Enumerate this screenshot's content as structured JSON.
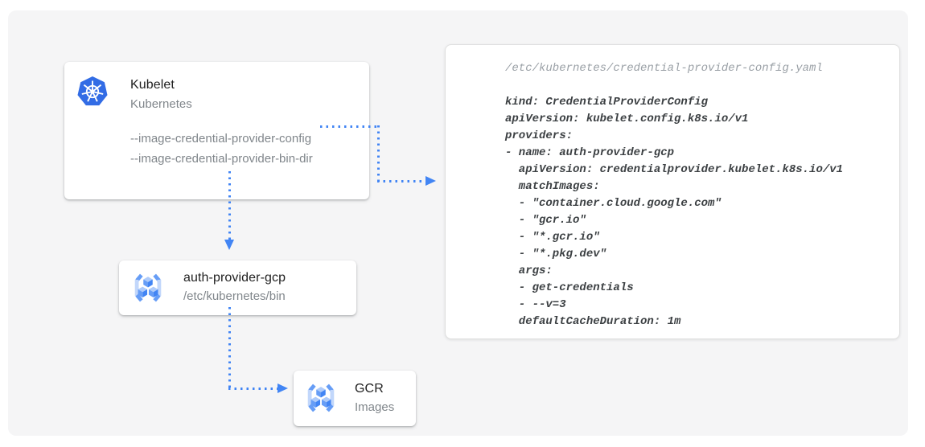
{
  "diagram": {
    "kubelet_card": {
      "title": "Kubelet",
      "subtitle": "Kubernetes",
      "flags": [
        "--image-credential-provider-config",
        "--image-credential-provider-bin-dir"
      ]
    },
    "auth_provider_card": {
      "title": "auth-provider-gcp",
      "subtitle": "/etc/kubernetes/bin"
    },
    "gcr_card": {
      "title": "GCR",
      "subtitle": "Images"
    },
    "code_panel": {
      "filename": "/etc/kubernetes/credential-provider-config.yaml",
      "code_lines": [
        "kind: CredentialProviderConfig",
        "apiVersion: kubelet.config.k8s.io/v1",
        "providers:",
        "- name: auth-provider-gcp",
        "  apiVersion: credentialprovider.kubelet.k8s.io/v1",
        "  matchImages:",
        "  - \"container.cloud.google.com\"",
        "  - \"gcr.io\"",
        "  - \"*.gcr.io\"",
        "  - \"*.pkg.dev\"",
        "  args:",
        "  - get-credentials",
        "  - --v=3",
        "  defaultCacheDuration: 1m"
      ]
    },
    "icons": {
      "kubelet": "kubernetes-icon",
      "auth_provider": "gcr-icon",
      "gcr": "gcr-icon"
    },
    "colors": {
      "arrow_blue": "#4285f4",
      "kubernetes_blue": "#326ce5",
      "icon_light_blue": "#aecbfa",
      "icon_mid_blue": "#669df6",
      "icon_dark_blue": "#4285f4",
      "canvas_bg": "#f5f5f6",
      "code_text": "#3c4043",
      "code_filename": "#9aa0a6",
      "muted_text": "#80868b"
    }
  }
}
